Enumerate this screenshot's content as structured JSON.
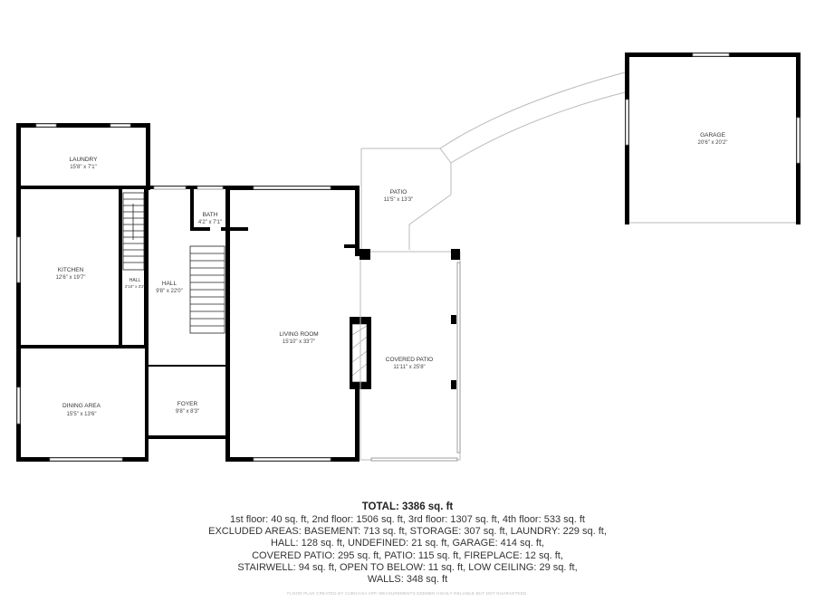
{
  "rooms": {
    "laundry": {
      "name": "LAUNDRY",
      "dims": "15'8\" x 7'1\""
    },
    "kitchen": {
      "name": "KITCHEN",
      "dims": "12'6\" x 19'7\""
    },
    "dining": {
      "name": "DINING AREA",
      "dims": "15'5\" x 13'6\""
    },
    "hall_small": {
      "name": "HALL",
      "dims": "2'10\" x 3'2\""
    },
    "hall": {
      "name": "HALL",
      "dims": "9'8\" x 22'0\""
    },
    "bath": {
      "name": "BATH",
      "dims": "4'2\" x 7'1\""
    },
    "foyer": {
      "name": "FOYER",
      "dims": "9'8\" x 8'3\""
    },
    "living": {
      "name": "LIVING ROOM",
      "dims": "15'10\" x 33'7\""
    },
    "patio": {
      "name": "PATIO",
      "dims": "11'5\" x 13'3\""
    },
    "covered_patio": {
      "name": "COVERED PATIO",
      "dims": "11'11\" x 25'8\""
    },
    "garage": {
      "name": "GARAGE",
      "dims": "20'6\" x 20'2\""
    }
  },
  "summary": {
    "total": "TOTAL: 3386 sq. ft",
    "lines": [
      "1st floor: 40 sq. ft, 2nd floor: 1506 sq. ft, 3rd floor: 1307 sq. ft, 4th floor: 533 sq. ft",
      "EXCLUDED AREAS: BASEMENT: 713 sq. ft, STORAGE: 307 sq. ft, LAUNDRY: 229 sq. ft,",
      "HALL: 128 sq. ft, UNDEFINED: 21 sq. ft, GARAGE: 414 sq. ft,",
      "COVERED PATIO: 295 sq. ft, PATIO: 115 sq. ft, FIREPLACE: 12 sq. ft,",
      "STAIRWELL: 94 sq. ft, OPEN TO BELOW: 11 sq. ft, LOW CEILING: 29 sq. ft,",
      "WALLS: 348 sq. ft"
    ]
  },
  "disclaimer": "FLOOR PLAN CREATED BY CUBICASA APP. MEASUREMENTS DEEMED HIGHLY RELIABLE BUT NOT GUARANTEED."
}
